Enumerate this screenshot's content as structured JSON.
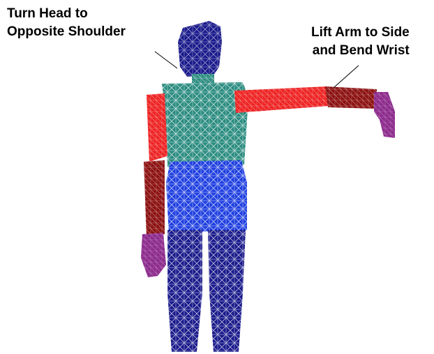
{
  "annotations": {
    "head": {
      "line1": "Turn Head to",
      "line2": "Opposite Shoulder"
    },
    "arm": {
      "line1": "Lift Arm to Side",
      "line2": "and Bend Wrist"
    }
  },
  "colors": {
    "head": "#1a1a8c",
    "torso": "#2b8c80",
    "pelvis": "#1f3fe0",
    "upper_arm": "#ee2222",
    "forearm": "#8c1010",
    "hand": "#8c2a8c",
    "legs": "#1a1a8c"
  }
}
